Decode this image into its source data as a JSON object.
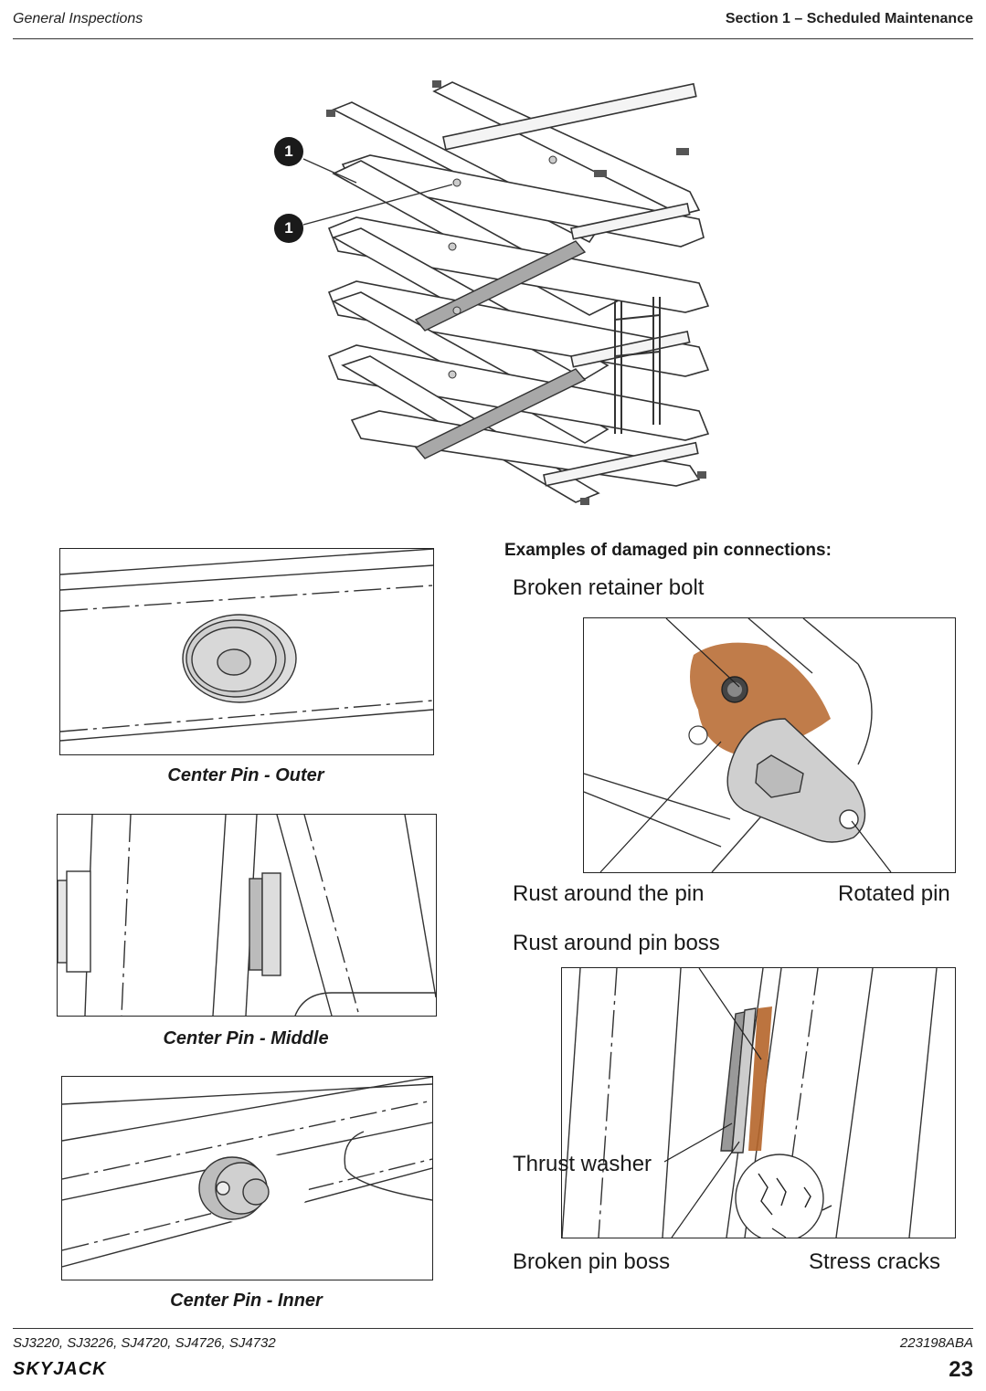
{
  "header": {
    "left": "General Inspections",
    "right": "Section 1 – Scheduled Maintenance"
  },
  "callouts": {
    "marker": "1"
  },
  "captions": {
    "outer": "Center Pin - Outer",
    "middle": "Center Pin - Middle",
    "inner": "Center Pin - Inner"
  },
  "examples": {
    "title": "Examples of damaged pin connections:",
    "labels": {
      "broken_retainer_bolt": "Broken retainer bolt",
      "rust_around_pin": "Rust around the pin",
      "rotated_pin": "Rotated pin",
      "rust_around_pin_boss": "Rust around pin boss",
      "thrust_washer": "Thrust washer",
      "broken_pin_boss": "Broken pin boss",
      "stress_cracks": "Stress cracks"
    }
  },
  "footer": {
    "models": "SJ3220, SJ3226, SJ4720, SJ4726, SJ4732",
    "doc_number": "223198ABA",
    "brand": "SKYJACK",
    "page": "23"
  },
  "colors": {
    "rust": "#b5652a",
    "callout": "#1a1a1a",
    "cylinder": "#9a9a9a"
  }
}
